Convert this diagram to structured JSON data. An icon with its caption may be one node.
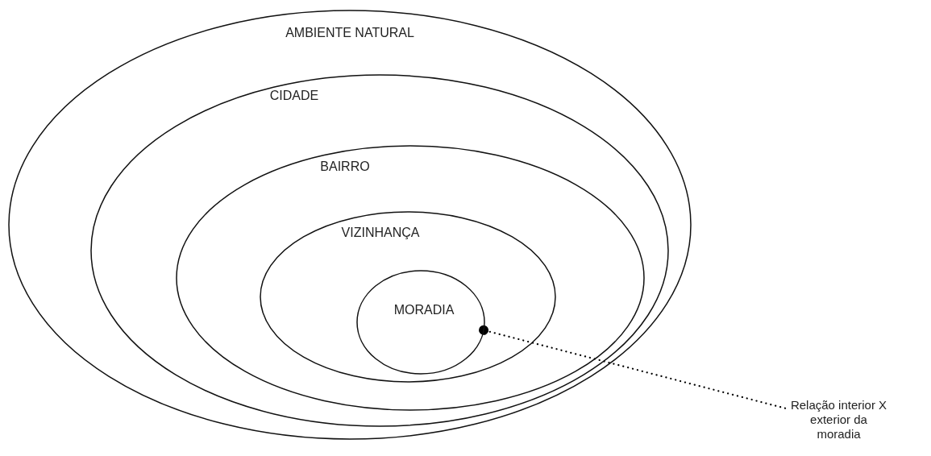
{
  "diagram": {
    "nodes": [
      {
        "text": [
          "AMBIENTE NATURAL"
        ]
      },
      {
        "text": [
          "CIDADE"
        ],
        "in": 0
      },
      {
        "text": [
          "BAIRRO"
        ],
        "in": 1
      },
      {
        "text": [
          "VIZINHANÇA"
        ],
        "in": 2
      },
      {
        "text": [
          "MORADIA"
        ],
        "in": 3
      },
      {
        "text": [
          "Relação interior X exterior da moradia"
        ]
      }
    ],
    "edges": [
      {
        "from": 5,
        "to": 4,
        "arrow": "other",
        "style": "dashed"
      }
    ]
  }
}
